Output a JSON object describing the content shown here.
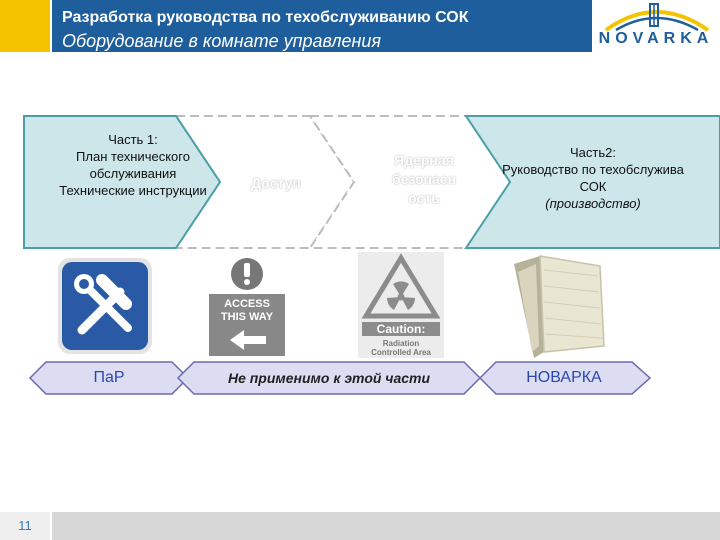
{
  "header": {
    "title": "Разработка руководства по техобслуживанию СОК",
    "subtitle": "Оборудование в комнате управления"
  },
  "logo": {
    "text": "NOVARKA"
  },
  "phases": [
    {
      "lines": [
        "Часть 1:",
        "План технического",
        "обслуживания",
        "Технические инструкции"
      ]
    },
    {
      "lines": [
        "Доступ"
      ]
    },
    {
      "lines": [
        "Ядерная",
        "безопасн",
        "ость"
      ]
    },
    {
      "lines": [
        "Часть2:",
        "Руководство по техобслужива",
        "СОК"
      ],
      "italic_line": "(производство)"
    }
  ],
  "icons": [
    {
      "name": "hammer-wrench-icon"
    },
    {
      "name": "access-sign-icon",
      "lines": [
        "ACCESS",
        "THIS WAY"
      ]
    },
    {
      "name": "radiation-sign-icon",
      "lines": [
        "Caution:",
        "Radiation",
        "Controlled Area"
      ]
    },
    {
      "name": "manual-book-icon"
    }
  ],
  "arrows": [
    {
      "label": "ПаР"
    },
    {
      "label": "Не применимо к этой части"
    },
    {
      "label": "НОВАРКА"
    }
  ],
  "footer": {
    "page_number": "11"
  },
  "colors": {
    "header_blue": "#1f5e9c",
    "accent_yellow": "#f5c400",
    "phase_fill": "#cce6ea",
    "phase_stroke": "#4a9fa6",
    "arrow_fill": "#dcdcf3",
    "arrow_stroke": "#6a6ab0",
    "label_blue": "#2a48b0"
  }
}
